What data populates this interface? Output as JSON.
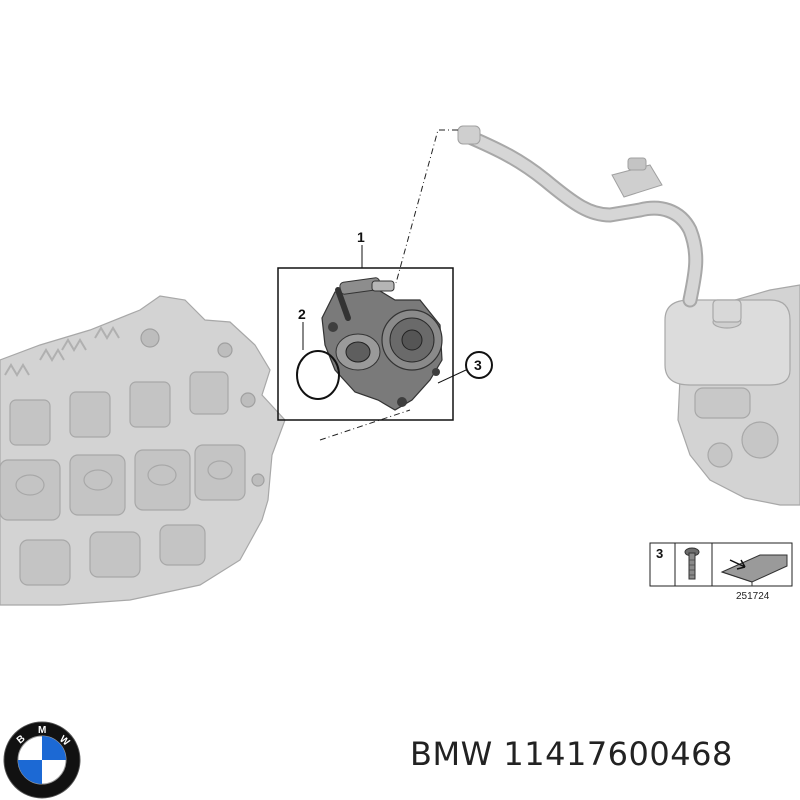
{
  "callouts": {
    "c1": "1",
    "c2": "2",
    "c3": "3"
  },
  "legend": {
    "item_number": "3",
    "reference_number": "251724"
  },
  "caption": {
    "brand": "BMW",
    "part_number": "11417600468"
  },
  "logo": {
    "letters": [
      "B",
      "M",
      "W"
    ],
    "colors": {
      "ring": "#111111",
      "blue": "#1c69d4",
      "white": "#ffffff"
    }
  },
  "colors": {
    "part_fill": "#d3d3d3",
    "part_stroke": "#9a9a9a",
    "pump_fill": "#7a7a7a",
    "pump_dark": "#3e3e3e",
    "line": "#222222"
  }
}
